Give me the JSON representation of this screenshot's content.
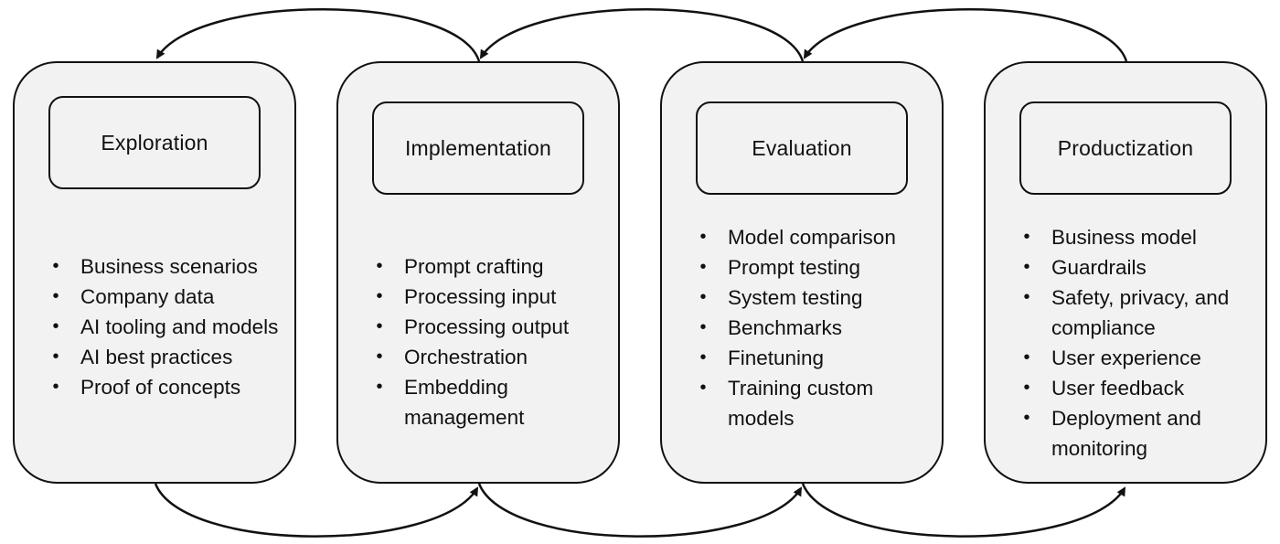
{
  "stages": [
    {
      "title": "Exploration",
      "items": [
        "Business scenarios",
        "Company data",
        "AI tooling and models",
        "AI best practices",
        "Proof of concepts"
      ]
    },
    {
      "title": "Implementation",
      "items": [
        "Prompt crafting",
        "Processing input",
        "Processing output",
        "Orchestration",
        "Embedding management"
      ]
    },
    {
      "title": "Evaluation",
      "items": [
        "Model comparison",
        "Prompt testing",
        "System testing",
        "Benchmarks",
        "Finetuning",
        "Training custom models"
      ]
    },
    {
      "title": "Productization",
      "items": [
        "Business model",
        "Guardrails",
        "Safety, privacy, and compliance",
        "User experience",
        "User feedback",
        "Deployment and monitoring"
      ]
    }
  ],
  "bullet_glyph": "•",
  "colors": {
    "stage_fill": "#f2f2f2",
    "stroke": "#111111",
    "background": "#ffffff"
  },
  "flow": {
    "forward": [
      "Exploration → Implementation",
      "Implementation → Evaluation",
      "Evaluation → Productization"
    ],
    "backward": [
      "Implementation → Exploration",
      "Evaluation → Implementation",
      "Productization → Evaluation"
    ]
  }
}
